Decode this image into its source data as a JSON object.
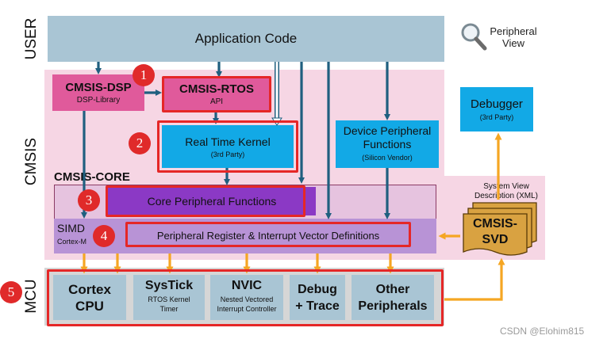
{
  "layers": {
    "user": "USER",
    "cmsis": "CMSIS",
    "mcu": "MCU"
  },
  "app": {
    "title": "Application Code"
  },
  "peripheral_view": {
    "line1": "Peripheral",
    "line2": "View"
  },
  "dsp": {
    "title": "CMSIS-DSP",
    "sub": "DSP-Library"
  },
  "rtos": {
    "title": "CMSIS-RTOS",
    "sub": "API"
  },
  "kernel": {
    "title": "Real Time Kernel",
    "sub": "(3rd Party)"
  },
  "device_periph": {
    "line1": "Device Peripheral",
    "line2": "Functions",
    "sub": "(Silicon Vendor)"
  },
  "debugger": {
    "title": "Debugger",
    "sub": "(3rd Party)"
  },
  "core": {
    "title": "CMSIS-CORE",
    "core_periph": "Core Peripheral Functions",
    "simd": "SIMD",
    "simd_sub": "Cortex-M",
    "reg": "Peripheral Register & Interrupt Vector Definitions"
  },
  "svd": {
    "desc1": "System View",
    "desc2": "Description (XML)",
    "line1": "CMSIS-",
    "line2": "SVD"
  },
  "mcu": {
    "cpu1": "Cortex",
    "cpu2": "CPU",
    "systick": "SysTick",
    "systick_sub1": "RTOS Kernel",
    "systick_sub2": "Timer",
    "nvic": "NVIC",
    "nvic_sub1": "Nested Vectored",
    "nvic_sub2": "Interrupt Controller",
    "debug1": "Debug",
    "debug2": "+ Trace",
    "other1": "Other",
    "other2": "Peripherals"
  },
  "badges": [
    "1",
    "2",
    "3",
    "4",
    "5"
  ],
  "watermark": "CSDN @Elohim815",
  "colors": {
    "app": "#a9c5d4",
    "pink_bg": "#f6d6e4",
    "dsp": "#e05a9b",
    "kernel": "#12a9e6",
    "core_purple": "#8b39c5",
    "core_lav": "#b893d6",
    "arrow_blue": "#1f5f7f",
    "arrow_orange": "#f5a623",
    "red": "#e52727"
  }
}
